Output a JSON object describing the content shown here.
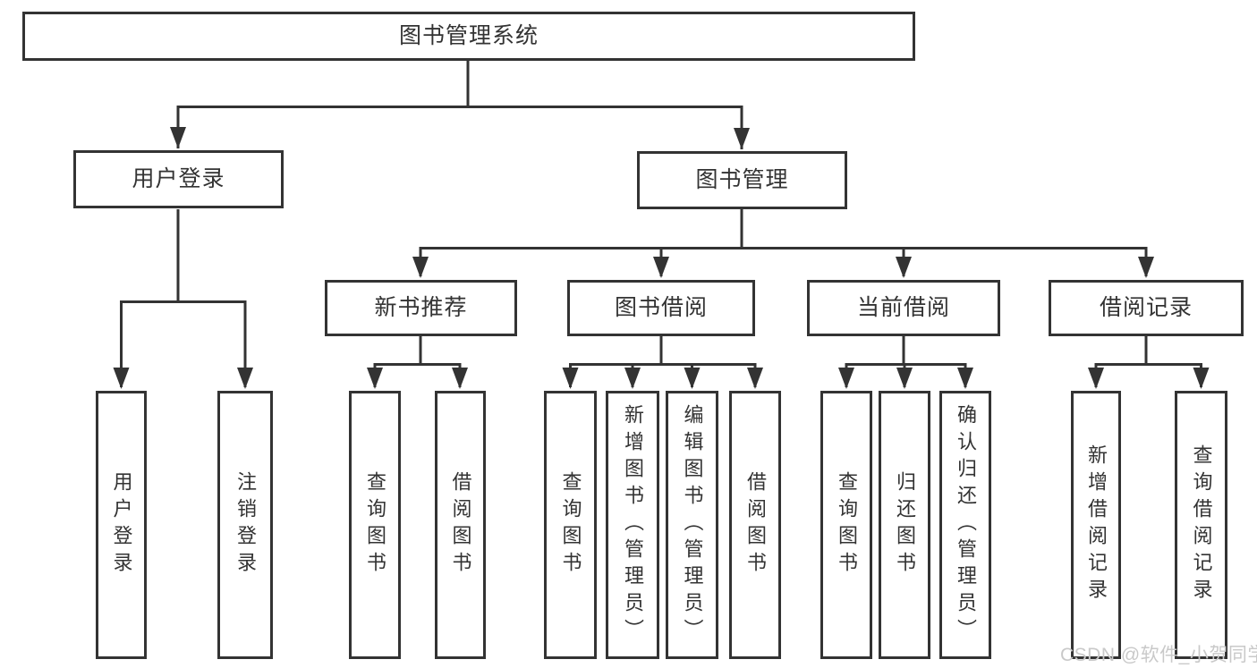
{
  "diagram": {
    "title": "图书管理系统",
    "level2": [
      "用户登录",
      "图书管理"
    ],
    "level3": [
      "新书推荐",
      "图书借阅",
      "当前借阅",
      "借阅记录"
    ],
    "leaves": {
      "user_login": [
        "用户登录",
        "注销登录"
      ],
      "new_book_recommend": [
        "查询图书",
        "借阅图书"
      ],
      "book_borrowing": [
        "查询图书",
        "新增图书（管理员）",
        "编辑图书（管理员）",
        "借阅图书"
      ],
      "current_borrowing": [
        "查询图书",
        "归还图书",
        "确认归还（管理员）"
      ],
      "borrow_records": [
        "新增借阅记录",
        "查询借阅记录"
      ]
    }
  },
  "watermark": "CSDN @软件_小贺同学",
  "colors": {
    "line": "#333333",
    "text": "#333333",
    "box_background": "#ffffff",
    "page_background": "#ffffff",
    "watermark": "#c9c9c9"
  }
}
